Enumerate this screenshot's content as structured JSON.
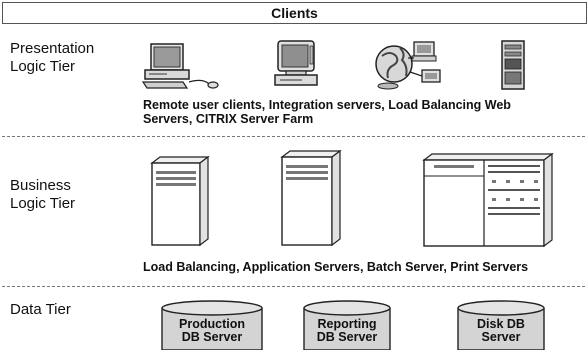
{
  "header": {
    "title": "Clients"
  },
  "tiers": [
    {
      "label_line1": "Presentation",
      "label_line2": "Logic Tier",
      "caption_line1": "Remote user clients, Integration servers, Load Balancing Web",
      "caption_line2": "Servers, CITRIX Server Farm",
      "icons": [
        "desktop-computer-icon",
        "crt-monitor-computer-icon",
        "globe-network-icon",
        "tower-server-icon"
      ]
    },
    {
      "label_line1": "Business",
      "label_line2": "Logic Tier",
      "caption": "Load Balancing, Application Servers, Batch Server, Print Servers",
      "icons": [
        "tower-server-icon",
        "tower-server-icon",
        "rack-server-icon"
      ]
    },
    {
      "label": "Data Tier",
      "databases": [
        {
          "line1": "Production",
          "line2": "DB Server"
        },
        {
          "line1": "Reporting",
          "line2": "DB Server"
        },
        {
          "line1": "Disk DB",
          "line2": "Server"
        }
      ]
    }
  ]
}
